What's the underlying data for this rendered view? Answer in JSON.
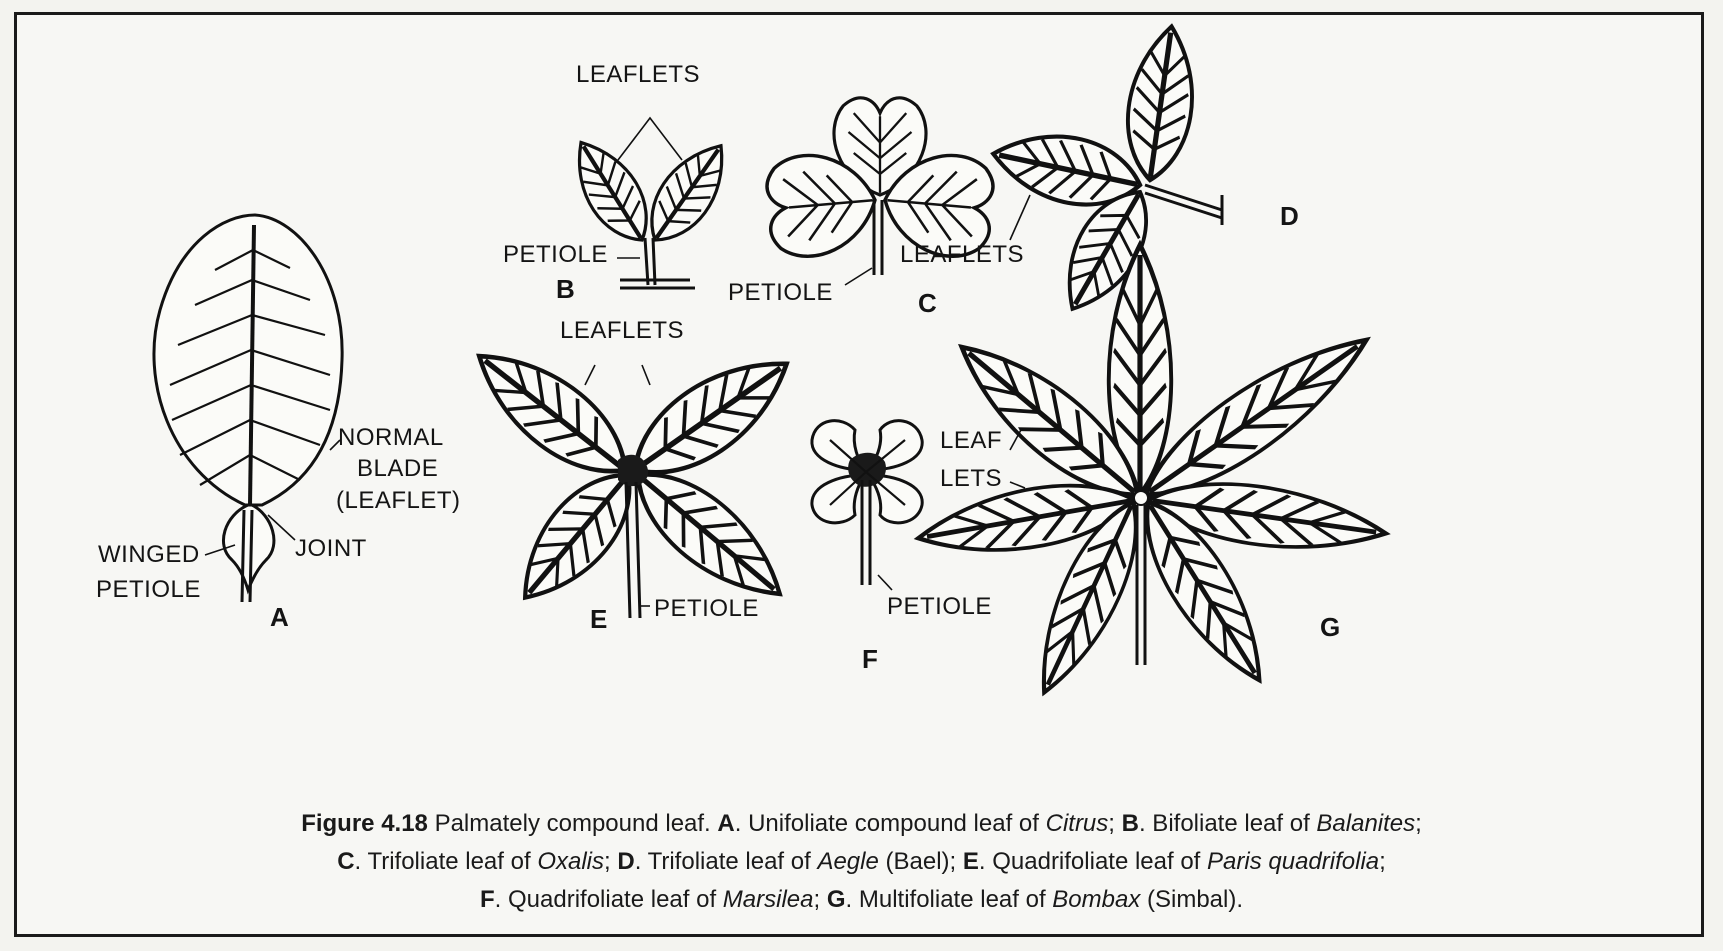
{
  "labels": {
    "leaflets_b": "LEAFLETS",
    "petiole_b": "PETIOLE",
    "b": "B",
    "petiole_c": "PETIOLE",
    "c": "C",
    "leaflets_d": "LEAFLETS",
    "d": "D",
    "normal": "NORMAL",
    "blade": "BLADE",
    "leaflet": "(LEAFLET)",
    "joint": "JOINT",
    "winged": "WINGED",
    "petiole_a": "PETIOLE",
    "a": "A",
    "leaflets_e": "LEAFLETS",
    "petiole_e": "PETIOLE",
    "e": "E",
    "petiole_f": "PETIOLE",
    "f": "F",
    "leaf": "LEAF",
    "lets": "LETS",
    "g": "G"
  },
  "caption": {
    "line1": {
      "fig": "Figure 4.18",
      "t1": " Palmately compound leaf. ",
      "A": "A",
      "t2": ". Unifoliate compound leaf of ",
      "i1": "Citrus",
      "t3": "; ",
      "B": "B",
      "t4": ". Bifoliate leaf of ",
      "i2": "Balanites",
      "t5": ";"
    },
    "line2": {
      "C": "C",
      "t1": ". Trifoliate leaf of ",
      "i1": "Oxalis",
      "t2": "; ",
      "D": "D",
      "t3": ". Trifoliate leaf of ",
      "i2": "Aegle",
      "t4": " (Bael); ",
      "E": "E",
      "t5": ".  Quadrifoliate leaf of ",
      "i3": "Paris quadrifolia",
      "t6": ";"
    },
    "line3": {
      "F": "F",
      "t1": ". Quadrifoliate leaf of ",
      "i1": "Marsilea",
      "t2": "; ",
      "G": "G",
      "t3": ". Multifoliate leaf of ",
      "i2": "Bombax",
      "t4": " (Simbal)."
    }
  }
}
